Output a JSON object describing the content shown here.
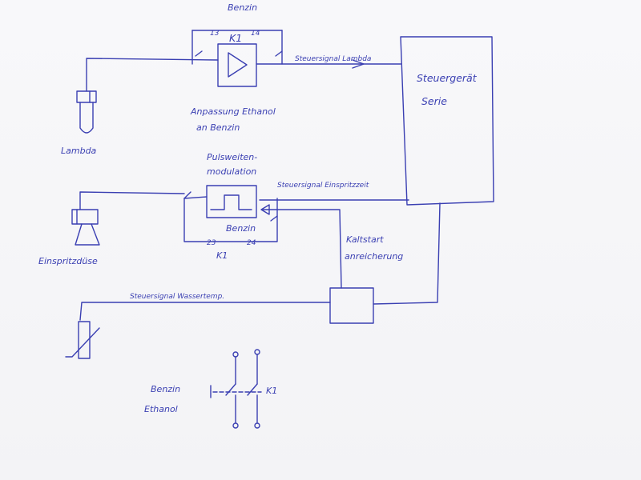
{
  "colors": {
    "ink": "#3a3fb2",
    "paper": "#f6f6f8"
  },
  "labels": {
    "benzin_top": "Benzin",
    "k1_top": "K1",
    "pin13": "13",
    "pin14": "14",
    "steuersignal_lambda": "Steuersignal Lambda",
    "anpassung_line1": "Anpassung Ethanol",
    "anpassung_line2": "an Benzin",
    "lambda": "Lambda",
    "steuergeraet_line1": "Steuergerät",
    "steuergeraet_line2": "Serie",
    "pwm_line1": "Pulsweiten-",
    "pwm_line2": "modulation",
    "steuersignal_einspritzzeit": "Steuersignal Einspritzzeit",
    "benzin_mid": "Benzin",
    "pin23": "23",
    "pin24": "24",
    "k1_mid": "K1",
    "einspritzduese": "Einspritzdüse",
    "kaltstart_line1": "Kaltstart",
    "kaltstart_line2": "anreicherung",
    "steuersignal_wassertemp": "Steuersignal Wassertemp.",
    "switch_benzin": "Benzin",
    "switch_ethanol": "Ethanol",
    "switch_k1": "K1"
  }
}
